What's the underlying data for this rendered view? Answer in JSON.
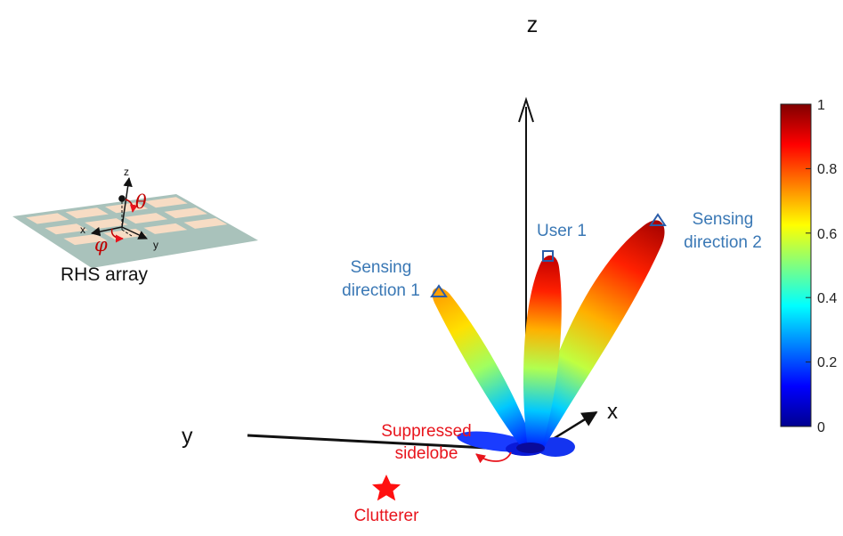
{
  "axes": {
    "z": "z",
    "x": "x",
    "y": "y"
  },
  "inset": {
    "caption": "RHS array",
    "axis_z": "z",
    "axis_x": "x",
    "axis_y": "y",
    "theta": "θ",
    "phi": "φ",
    "colors": {
      "panel": "#a9c2bb",
      "cell": "#f7dcc4",
      "angle": "#c00000"
    }
  },
  "annotations": {
    "user": "User 1",
    "sensing1_line1": "Sensing",
    "sensing1_line2": "direction 1",
    "sensing2_line1": "Sensing",
    "sensing2_line2": "direction 2",
    "suppressed_line1": "Suppressed",
    "suppressed_line2": "sidelobe",
    "clutterer": "Clutterer"
  },
  "colorbar": {
    "colormap": "jet",
    "ticks": [
      "0",
      "0.2",
      "0.4",
      "0.6",
      "0.8",
      "1"
    ]
  },
  "colors": {
    "label_blue": "#3a78b5",
    "label_red": "#e8141c",
    "axis": "#111111"
  }
}
